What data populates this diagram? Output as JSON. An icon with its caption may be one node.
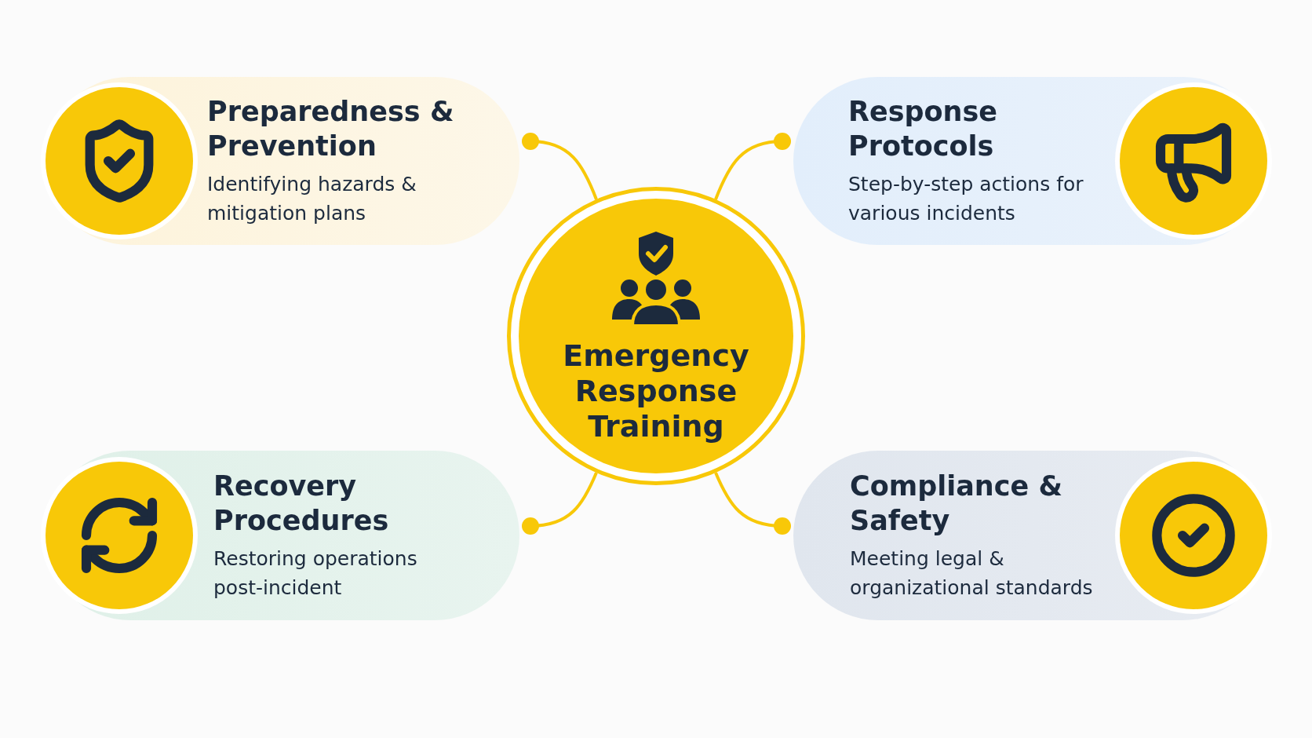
{
  "diagram": {
    "nodes": [
      {
        "text": [
          "Emergency Response Training"
        ]
      },
      {
        "text": [
          "Preparedness & Prevention",
          "Identifying hazards & mitigation plans"
        ]
      },
      {
        "text": [
          "Response Protocols",
          "Step-by-step actions for various incidents"
        ]
      },
      {
        "text": [
          "Recovery Procedures",
          "Restoring operations post-incident"
        ]
      },
      {
        "text": [
          "Compliance & Safety",
          "Meeting legal & organizational standards"
        ]
      }
    ],
    "edges": [
      {
        "from": 0,
        "to": 1,
        "arrow": "other"
      },
      {
        "from": 0,
        "to": 2,
        "arrow": "other"
      },
      {
        "from": 0,
        "to": 3,
        "arrow": "other"
      },
      {
        "from": 0,
        "to": 4,
        "arrow": "other"
      }
    ]
  }
}
